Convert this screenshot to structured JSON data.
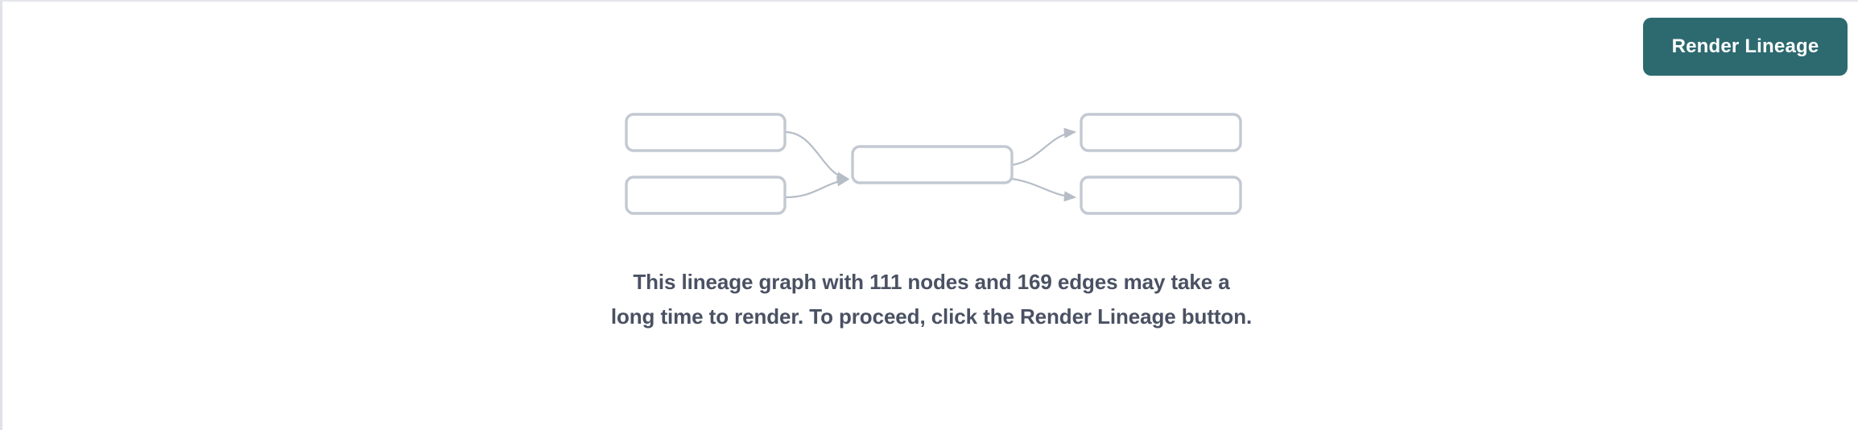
{
  "panel": {
    "background_color": "#ffffff",
    "border_color": "#e4e6eb"
  },
  "toolbar": {
    "render_lineage_label": "Render Lineage",
    "button_color": "#2d6a70",
    "button_text_color": "#ffffff"
  },
  "placeholder": {
    "message": "This lineage graph with 111 nodes and 169 edges may take a long time to render. To proceed, click the Render Lineage button.",
    "message_lines": [
      "This lineage graph with 111 nodes and 169 edges may take",
      "a long time to render. To proceed, click the Render Lineage",
      "button."
    ],
    "text_color": "#4a5163",
    "node_count": 111,
    "edge_count": 169
  },
  "diagram": {
    "node_border_color": "#c3c9d2",
    "edge_color": "#b6bdc7",
    "node_fill": "#ffffff",
    "nodes": [
      {
        "id": "upstream-1",
        "position": "left-top"
      },
      {
        "id": "upstream-2",
        "position": "left-bottom"
      },
      {
        "id": "focus",
        "position": "center"
      },
      {
        "id": "downstream-1",
        "position": "right-top"
      },
      {
        "id": "downstream-2",
        "position": "right-bottom"
      }
    ],
    "edges": [
      {
        "from": "upstream-1",
        "to": "focus"
      },
      {
        "from": "upstream-2",
        "to": "focus"
      },
      {
        "from": "focus",
        "to": "downstream-1"
      },
      {
        "from": "focus",
        "to": "downstream-2"
      }
    ]
  }
}
